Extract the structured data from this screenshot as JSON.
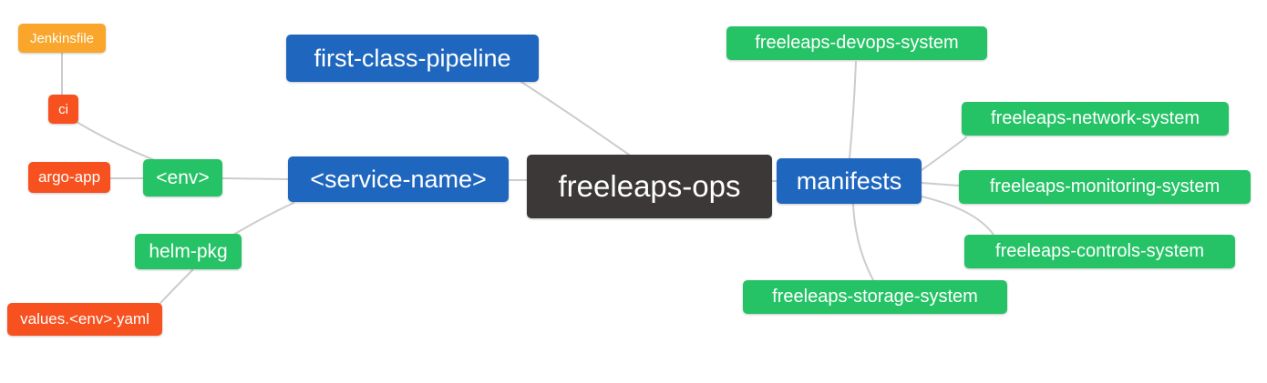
{
  "diagram": {
    "type": "mindmap",
    "root_label": "freeleaps-ops",
    "palette": {
      "blue": "#1E66BE",
      "green": "#25C366",
      "orange_red": "#F6511F",
      "amber": "#F9A62B",
      "dark": "#3B3837",
      "edge_gray": "#CCCCCC",
      "background": "#FFFFFF",
      "node_text": "#FFFFFF"
    },
    "nodes": {
      "freeleaps_ops": {
        "label": "freeleaps-ops",
        "color": "#3B3837"
      },
      "first_class_pipeline": {
        "label": "first-class-pipeline",
        "color": "#1E66BE"
      },
      "service_name": {
        "label": "<service-name>",
        "color": "#1E66BE"
      },
      "manifests": {
        "label": "manifests",
        "color": "#1E66BE"
      },
      "env": {
        "label": "<env>",
        "color": "#25C366"
      },
      "helm_pkg": {
        "label": "helm-pkg",
        "color": "#25C366"
      },
      "argo_app": {
        "label": "argo-app",
        "color": "#F6511F"
      },
      "ci": {
        "label": "ci",
        "color": "#F6511F"
      },
      "jenkinsfile": {
        "label": "Jenkinsfile",
        "color": "#F9A62B"
      },
      "values_env_yaml": {
        "label": "values.<env>.yaml",
        "color": "#F6511F"
      },
      "devops_system": {
        "label": "freeleaps-devops-system",
        "color": "#25C366"
      },
      "network_system": {
        "label": "freeleaps-network-system",
        "color": "#25C366"
      },
      "monitoring_system": {
        "label": "freeleaps-monitoring-system",
        "color": "#25C366"
      },
      "controls_system": {
        "label": "freeleaps-controls-system",
        "color": "#25C366"
      },
      "storage_system": {
        "label": "freeleaps-storage-system",
        "color": "#25C366"
      }
    },
    "edges": [
      [
        "jenkinsfile",
        "ci"
      ],
      [
        "ci",
        "env"
      ],
      [
        "argo_app",
        "env"
      ],
      [
        "env",
        "service_name"
      ],
      [
        "helm_pkg",
        "service_name"
      ],
      [
        "values_env_yaml",
        "helm_pkg"
      ],
      [
        "first_class_pipeline",
        "freeleaps_ops"
      ],
      [
        "service_name",
        "freeleaps_ops"
      ],
      [
        "freeleaps_ops",
        "manifests"
      ],
      [
        "manifests",
        "devops_system"
      ],
      [
        "manifests",
        "network_system"
      ],
      [
        "manifests",
        "monitoring_system"
      ],
      [
        "manifests",
        "controls_system"
      ],
      [
        "manifests",
        "storage_system"
      ]
    ]
  }
}
